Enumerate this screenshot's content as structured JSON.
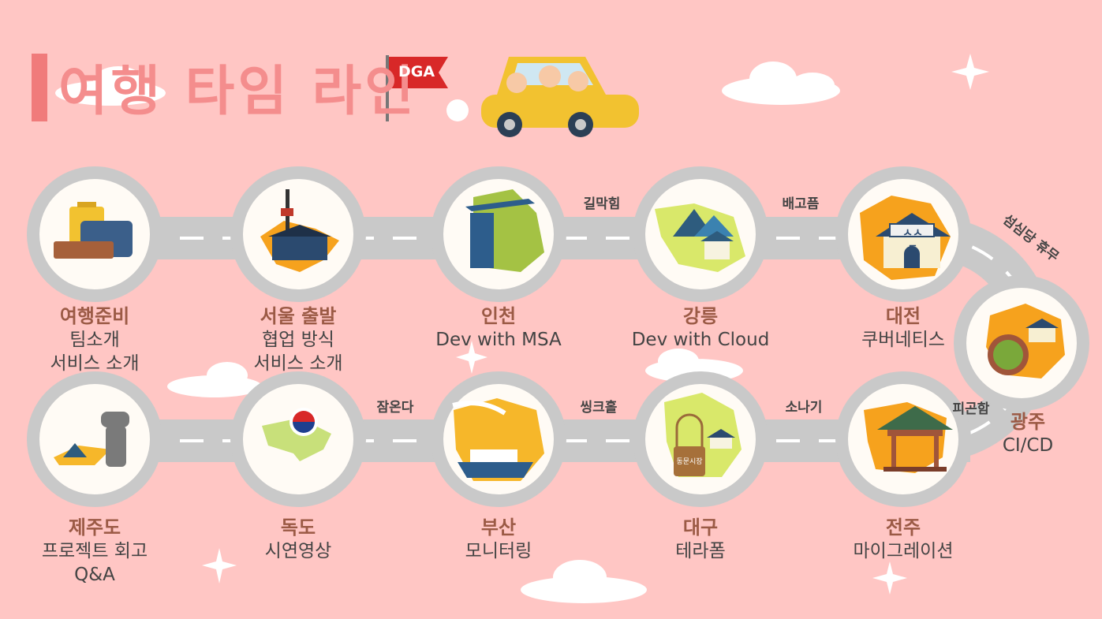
{
  "header": {
    "title": "여행 타임 라인",
    "flag_label": "DGA"
  },
  "colors": {
    "background": "#ffc6c4",
    "road": "#c9c9c9",
    "accent": "#d82828",
    "city_text": "#9b5a45"
  },
  "stops": [
    {
      "city": "여행준비",
      "lines": [
        "팀소개",
        "서비스 소개"
      ],
      "icon": "luggage-icon"
    },
    {
      "city": "서울 출발",
      "lines": [
        "협업 방식",
        "서비스 소개"
      ],
      "icon": "seoul-tower-icon"
    },
    {
      "city": "인천",
      "lines": [
        "Dev with MSA"
      ],
      "icon": "airplane-icon"
    },
    {
      "city": "강릉",
      "lines": [
        "Dev with Cloud"
      ],
      "icon": "mountain-icon"
    },
    {
      "city": "대전",
      "lines": [
        "쿠버네티스"
      ],
      "icon": "gate-icon"
    },
    {
      "city": "광주",
      "lines": [
        "CI/CD"
      ],
      "icon": "food-icon"
    },
    {
      "city": "전주",
      "lines": [
        "마이그레이션"
      ],
      "icon": "pavilion-icon"
    },
    {
      "city": "대구",
      "lines": [
        "테라폼"
      ],
      "icon": "market-basket-icon"
    },
    {
      "city": "부산",
      "lines": [
        "모니터링"
      ],
      "icon": "ship-icon"
    },
    {
      "city": "독도",
      "lines": [
        "시연영상"
      ],
      "icon": "korean-flag-icon"
    },
    {
      "city": "제주도",
      "lines": [
        "프로젝트 회고",
        "Q&A"
      ],
      "icon": "dol-hareubang-icon"
    }
  ],
  "events": [
    "길막힘",
    "배고픔",
    "섬심당 휴무",
    "피곤함",
    "소나기",
    "씽크홀",
    "잠온다"
  ],
  "market_sign": "동문시장",
  "gate_sign": "ㅅㅅㄷ"
}
